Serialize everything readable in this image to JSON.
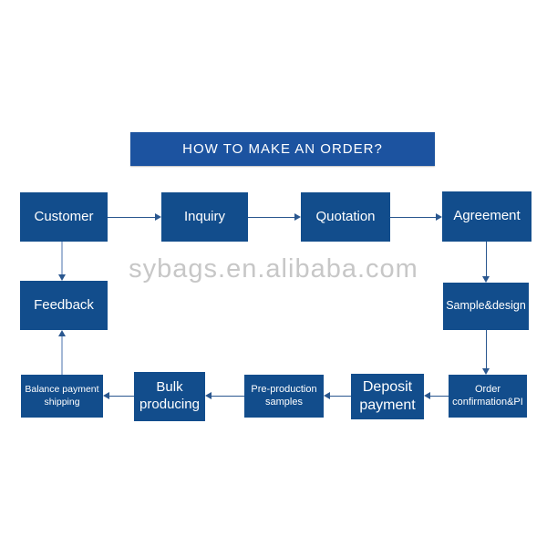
{
  "title": "HOW TO MAKE AN ORDER?",
  "watermark": "sybags.en.alibaba.com",
  "colors": {
    "background": "#ffffff",
    "title_box": "#1c53a0",
    "node_box": "#124d8c",
    "node_text": "#ffffff",
    "arrow": "#2a578f",
    "arrow_light": "#a4b8d6",
    "watermark": "#c7c7c7"
  },
  "nodes": [
    {
      "id": "customer",
      "lines": [
        "Customer"
      ]
    },
    {
      "id": "inquiry",
      "lines": [
        "Inquiry"
      ]
    },
    {
      "id": "quotation",
      "lines": [
        "Quotation"
      ]
    },
    {
      "id": "agreement",
      "lines": [
        "Agreement"
      ]
    },
    {
      "id": "sample-design",
      "lines": [
        "Sample&design"
      ]
    },
    {
      "id": "order-confirmation",
      "lines": [
        "Order",
        "confirmation&PI"
      ]
    },
    {
      "id": "deposit-payment",
      "lines": [
        "Deposit",
        "payment"
      ]
    },
    {
      "id": "preproduction-samples",
      "lines": [
        "Pre-production",
        "samples"
      ]
    },
    {
      "id": "bulk-producing",
      "lines": [
        "Bulk",
        "producing"
      ]
    },
    {
      "id": "balance-payment-shipping",
      "lines": [
        "Balance payment",
        "shipping"
      ]
    },
    {
      "id": "feedback",
      "lines": [
        "Feedback"
      ]
    }
  ],
  "edges": [
    {
      "from": "Customer",
      "to": "Inquiry"
    },
    {
      "from": "Inquiry",
      "to": "Quotation"
    },
    {
      "from": "Quotation",
      "to": "Agreement"
    },
    {
      "from": "Agreement",
      "to": "Sample&design"
    },
    {
      "from": "Sample&design",
      "to": "Order confirmation&PI"
    },
    {
      "from": "Order confirmation&PI",
      "to": "Deposit payment"
    },
    {
      "from": "Deposit payment",
      "to": "Pre-production samples"
    },
    {
      "from": "Pre-production samples",
      "to": "Bulk producing"
    },
    {
      "from": "Bulk producing",
      "to": "Balance payment shipping"
    },
    {
      "from": "Balance payment shipping",
      "to": "Feedback"
    },
    {
      "from": "Customer",
      "to": "Feedback"
    }
  ]
}
